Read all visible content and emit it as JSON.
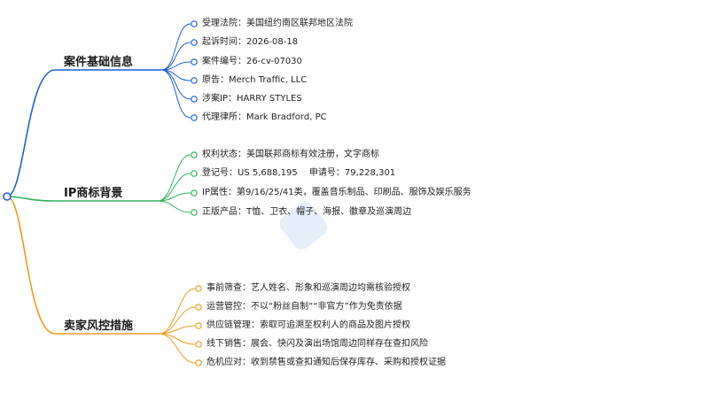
{
  "colors": {
    "branch0": "#1f5fd1",
    "branch1": "#2fb35a",
    "branch2": "#ee9b1f"
  },
  "branches": [
    {
      "title": "案件基础信息",
      "leaves": [
        "受理法院：美国纽约南区联邦地区法院",
        "起诉时间：2026-08-18",
        "案件编号：26-cv-07030",
        "原告：Merch Traffic, LLC",
        "涉案IP：HARRY STYLES",
        "代理律所：Mark Bradford, PC"
      ]
    },
    {
      "title": "IP商标背景",
      "leaves": [
        "权利状态：美国联邦商标有效注册，文字商标",
        "登记号：US 5,688,195　 申请号：79,228,301",
        "IP属性：第9/16/25/41类，覆盖音乐制品、印刷品、服饰及娱乐服务",
        "正版产品：T恤、卫衣、帽子、海报、徽章及巡演周边"
      ]
    },
    {
      "title": "卖家风控措施",
      "leaves": [
        "事前筛查：艺人姓名、形象和巡演周边均需核验授权",
        "运营管控：不以“粉丝自制”“非官方”作为免责依据",
        "供应链管理：索取可追溯至权利人的商品及图片授权",
        "线下销售：展会、快闪及演出场馆周边同样存在查扣风险",
        "危机应对：收到禁售或查扣通知后保存库存、采购和授权证据"
      ]
    }
  ]
}
